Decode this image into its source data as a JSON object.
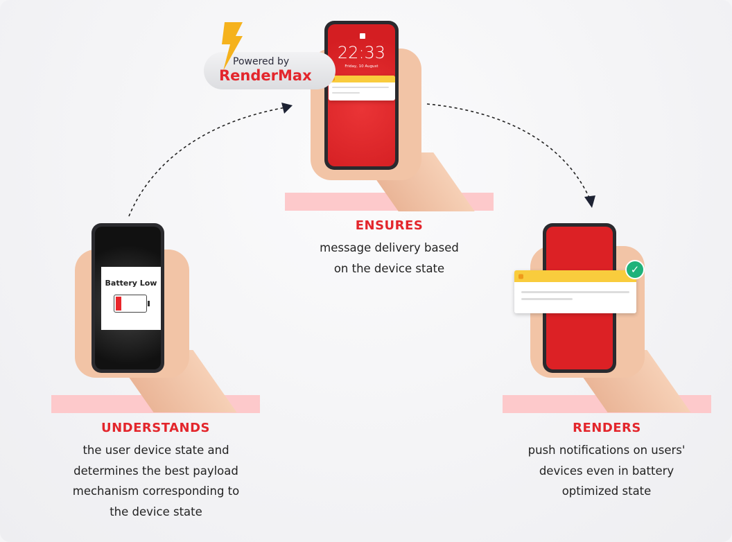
{
  "badge": {
    "powered_by": "Powered by",
    "brand": "RenderMax"
  },
  "lock_screen": {
    "time": "22:33",
    "date": "Friday, 10 August"
  },
  "battery_screen": {
    "label": "Battery Low"
  },
  "steps": [
    {
      "title": "UNDERSTANDS",
      "lines": [
        "the user device state and",
        "determines the best payload",
        "mechanism corresponding to",
        "the device state"
      ]
    },
    {
      "title": "ENSURES",
      "lines": [
        "message delivery based",
        "on the device state"
      ]
    },
    {
      "title": "RENDERS",
      "lines": [
        "push notifications on users'",
        "devices even in battery",
        "optimized state"
      ]
    }
  ],
  "colors": {
    "accent": "#e3262c",
    "pink": "#fdc9cb",
    "notif_header": "#f9cc3d",
    "check": "#1fb27a"
  }
}
